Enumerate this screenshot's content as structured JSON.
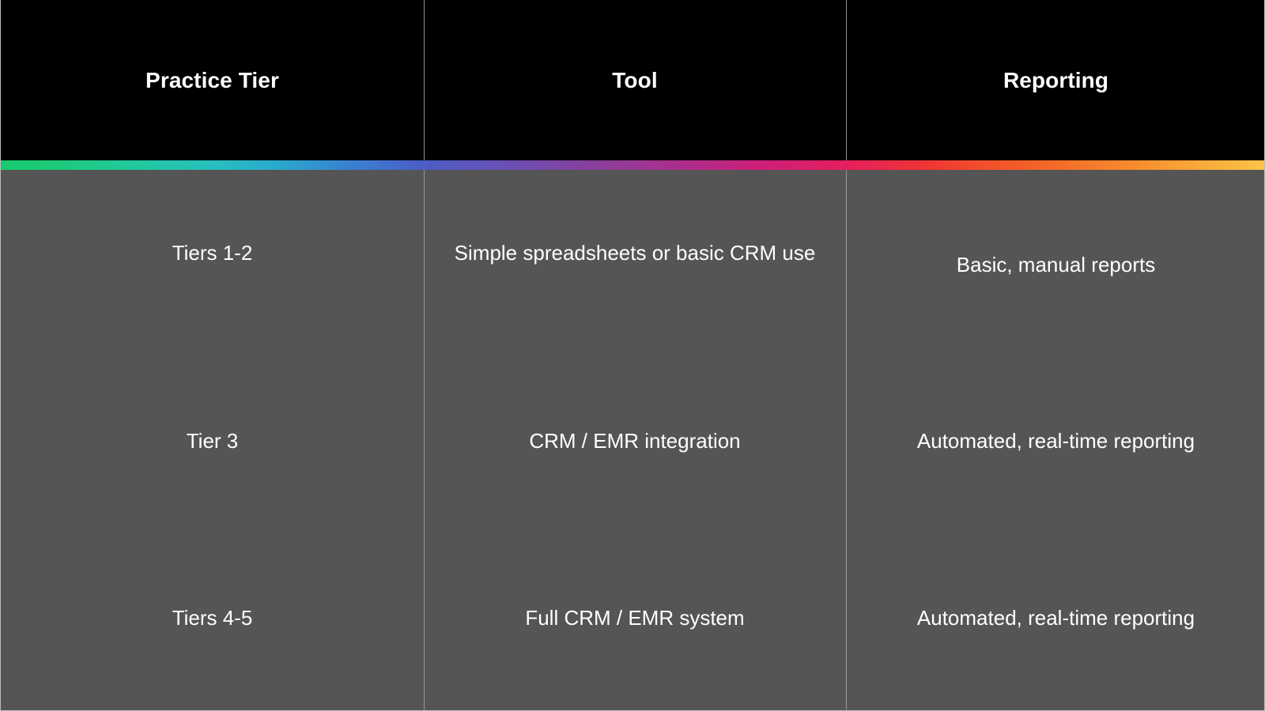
{
  "table": {
    "columns": [
      {
        "key": "practice_tier",
        "label": "Practice Tier"
      },
      {
        "key": "tool",
        "label": "Tool"
      },
      {
        "key": "reporting",
        "label": "Reporting"
      }
    ],
    "rows": [
      {
        "practice_tier": "Tiers 1-2",
        "tool": "Simple spreadsheets or basic CRM use",
        "reporting": "Basic, manual reports"
      },
      {
        "practice_tier": "Tier 3",
        "tool": "CRM / EMR integration",
        "reporting": "Automated, real-time reporting"
      },
      {
        "practice_tier": "Tiers 4-5",
        "tool": "Full CRM / EMR system",
        "reporting": "Automated, real-time reporting"
      }
    ]
  },
  "style": {
    "header_background": "#000000",
    "header_text_color": "#ffffff",
    "body_background": "#555555",
    "body_text_color": "#ffffff",
    "grid_line_color": "#9a9a9a",
    "accent_bar_colors": [
      "#17c96d",
      "#22c8a0",
      "#27bfc0",
      "#2aa8cf",
      "#3a7fd0",
      "#4a5fc8",
      "#6a4fb4",
      "#85419e",
      "#a8308e",
      "#cc1f7a",
      "#e51f5c",
      "#ef3434",
      "#f2552a",
      "#f4742a",
      "#f79431",
      "#fab53f",
      "#fcc44a"
    ]
  }
}
